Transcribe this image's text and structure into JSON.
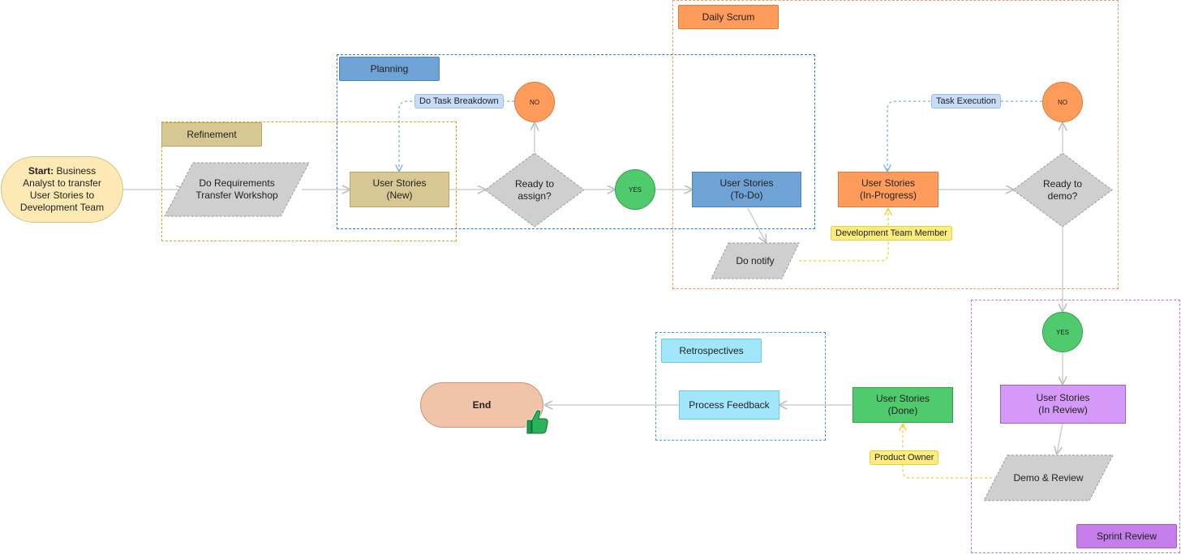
{
  "start": {
    "bold": "Start:",
    "text": " Business Analyst to transfer User Stories to Development Team"
  },
  "end": {
    "label": "End"
  },
  "frames": {
    "refinement": "Refinement",
    "planning": "Planning",
    "daily_scrum": "Daily Scrum",
    "retrospectives": "Retrospectives",
    "sprint_review": "Sprint Review"
  },
  "nodes": {
    "requirements_workshop": [
      "Do Requirements",
      "Transfer Workshop"
    ],
    "us_new": [
      "User Stories",
      "(New)"
    ],
    "ready_assign": [
      "Ready to",
      "assign?"
    ],
    "us_todo": [
      "User Stories",
      "(To-Do)"
    ],
    "do_notify": "Do notify",
    "us_inprogress": [
      "User Stories",
      "(In-Progress)"
    ],
    "ready_demo": [
      "Ready to",
      "demo?"
    ],
    "us_inreview": [
      "User Stories",
      "(In Review)"
    ],
    "demo_review": "Demo & Review",
    "us_done": [
      "User Stories",
      "(Done)"
    ],
    "process_feedback": "Process Feedback"
  },
  "decisions": {
    "no_assign": "NO",
    "yes_assign": "YES",
    "no_demo": "NO",
    "yes_demo": "YES"
  },
  "edge_labels": {
    "task_breakdown": "Do Task Breakdown",
    "task_execution": "Task Execution",
    "dev_team_member": "Development Team Member",
    "product_owner": "Product Owner"
  },
  "colors": {
    "tan": "#d7c893",
    "blue": "#6fa3d6",
    "orange": "#ff9c5b",
    "green": "#4fcb6e",
    "purple": "#d59af8",
    "cyan": "#a2e6fb",
    "gray": "#cfcfcf",
    "start_fill": "#fde9b4",
    "end_fill": "#f1c3a8"
  },
  "icons": {
    "end_badge": "thumbs-up-icon"
  }
}
